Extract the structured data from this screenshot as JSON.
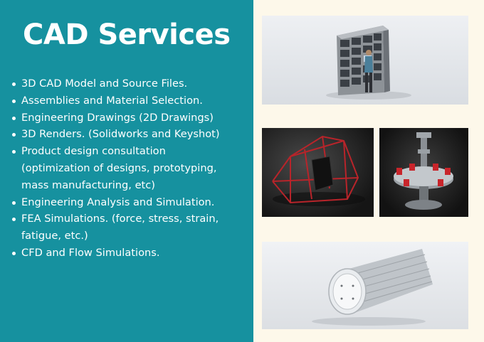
{
  "colors": {
    "panel": "#16919f",
    "background": "#fdf8ea",
    "text": "#ffffff"
  },
  "title": "CAD Services",
  "bullets": [
    {
      "lines": [
        "3D CAD Model and Source Files."
      ]
    },
    {
      "lines": [
        "Assemblies and Material Selection."
      ]
    },
    {
      "lines": [
        "Engineering Drawings (2D Drawings)"
      ]
    },
    {
      "lines": [
        "3D Renders. (Solidworks and Keyshot)"
      ]
    },
    {
      "lines": [
        "Product design consultation",
        "(optimization of designs, prototyping,",
        "mass manufacturing, etc)"
      ]
    },
    {
      "lines": [
        "Engineering Analysis and Simulation."
      ]
    },
    {
      "lines": [
        "FEA Simulations. (force, stress, strain,",
        "fatigue, etc.)"
      ]
    },
    {
      "lines": [
        "CFD and Flow Simulations."
      ]
    }
  ],
  "images": [
    {
      "icon": "locker-kiosk-render"
    },
    {
      "icon": "buggy-frame-render"
    },
    {
      "icon": "turbine-assembly-render"
    },
    {
      "icon": "finned-cylinder-render"
    }
  ]
}
